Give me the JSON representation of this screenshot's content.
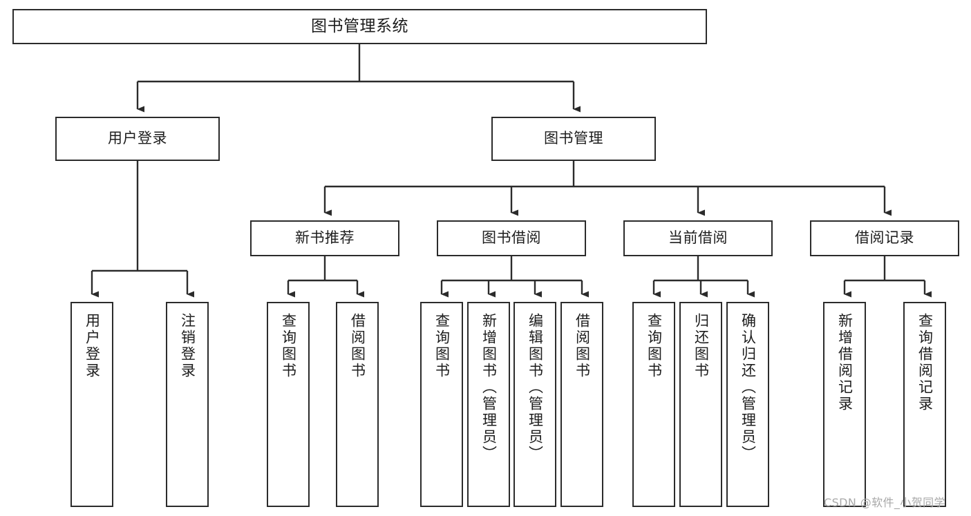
{
  "diagram": {
    "title": "图书管理系统",
    "type": "hierarchy-tree",
    "colors": {
      "box_border": "#2b2b2b",
      "box_fill": "#ffffff",
      "edge": "#2b2b2b",
      "text": "#1d1d1d",
      "watermark": "#a8a8a8"
    },
    "root": {
      "label": "图书管理系统"
    },
    "level2": [
      {
        "label": "用户登录"
      },
      {
        "label": "图书管理"
      }
    ],
    "level3": [
      {
        "label": "新书推荐"
      },
      {
        "label": "图书借阅"
      },
      {
        "label": "当前借阅"
      },
      {
        "label": "借阅记录"
      }
    ],
    "leaves": {
      "user_login": [
        {
          "label": "用户登录"
        },
        {
          "label": "注销登录"
        }
      ],
      "new_book_recommend": [
        {
          "label": "查询图书"
        },
        {
          "label": "借阅图书"
        }
      ],
      "book_borrow": [
        {
          "label": "查询图书"
        },
        {
          "label": "新增图书（管理员）"
        },
        {
          "label": "编辑图书（管理员）"
        },
        {
          "label": "借阅图书"
        }
      ],
      "current_borrow": [
        {
          "label": "查询图书"
        },
        {
          "label": "归还图书"
        },
        {
          "label": "确认归还（管理员）"
        }
      ],
      "borrow_record": [
        {
          "label": "新增借阅记录"
        },
        {
          "label": "查询借阅记录"
        }
      ]
    }
  },
  "watermark": {
    "text": "CSDN @软件_小贺同学"
  }
}
